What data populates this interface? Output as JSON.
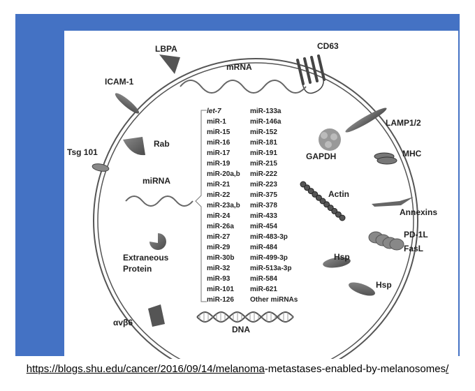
{
  "labels": {
    "lbpa": "LBPA",
    "cd63": "CD63",
    "icam1": "ICAM-1",
    "mrna": "mRNA",
    "lamp": "LAMP1/2",
    "rab": "Rab",
    "gapdh": "GAPDH",
    "mhc": "MHC",
    "tsg101": "Tsg 101",
    "mirna": "miRNA",
    "actin": "Actin",
    "annexins": "Annexins",
    "pdl1": "PD-1L",
    "fasl": "FasL",
    "extraneous1": "Extraneous",
    "extraneous2": "Protein",
    "hsp_inner": "Hsp",
    "hsp_outer": "Hsp",
    "avb6": "αvβ6",
    "dna": "DNA"
  },
  "mirna_left": [
    "let-7",
    "miR-1",
    "miR-15",
    "miR-16",
    "miR-17",
    "miR-19",
    "miR-20a,b",
    "miR-21",
    "miR-22",
    "miR-23a,b",
    "miR-24",
    "miR-26a",
    "miR-27",
    "miR-29",
    "miR-30b",
    "miR-32",
    "miR-93",
    "miR-101",
    "miR-126"
  ],
  "mirna_right": [
    "miR-133a",
    "miR-146a",
    "miR-152",
    "miR-181",
    "miR-191",
    "miR-215",
    "miR-222",
    "miR-223",
    "miR-375",
    "miR-378",
    "miR-433",
    "miR-454",
    "miR-483-3p",
    "miR-484",
    "miR-499-3p",
    "miR-513a-3p",
    "miR-584",
    "miR-621",
    "Other miRNAs"
  ],
  "source": {
    "underlined_a": "https://blogs.shu.edu/cancer/2016/09/14/melanoma",
    "plain": "-metastases-enabled-by-melanosomes",
    "underlined_b": "/"
  },
  "colors": {
    "frame": "#4472c4",
    "marker": "#6e6e6e",
    "membrane": "#555555"
  }
}
